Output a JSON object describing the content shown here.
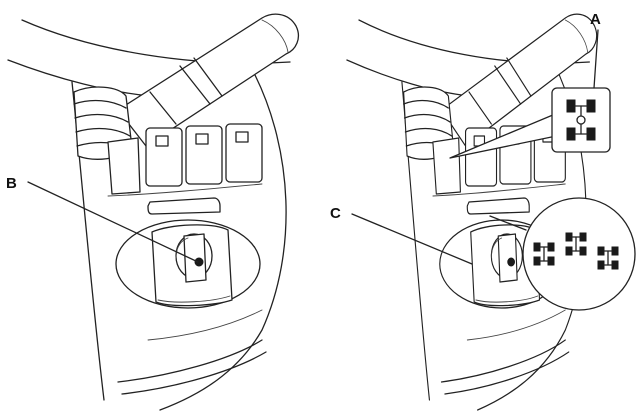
{
  "labels": {
    "a": "A",
    "b": "B",
    "c": "C"
  },
  "icons": {
    "a_callout": "four-wheel-drive-indicator-icon",
    "c_callout": "drive-mode-selection-icons"
  },
  "colors": {
    "line": "#222222",
    "background": "#ffffff",
    "fill_dark": "#1a1a1a"
  }
}
